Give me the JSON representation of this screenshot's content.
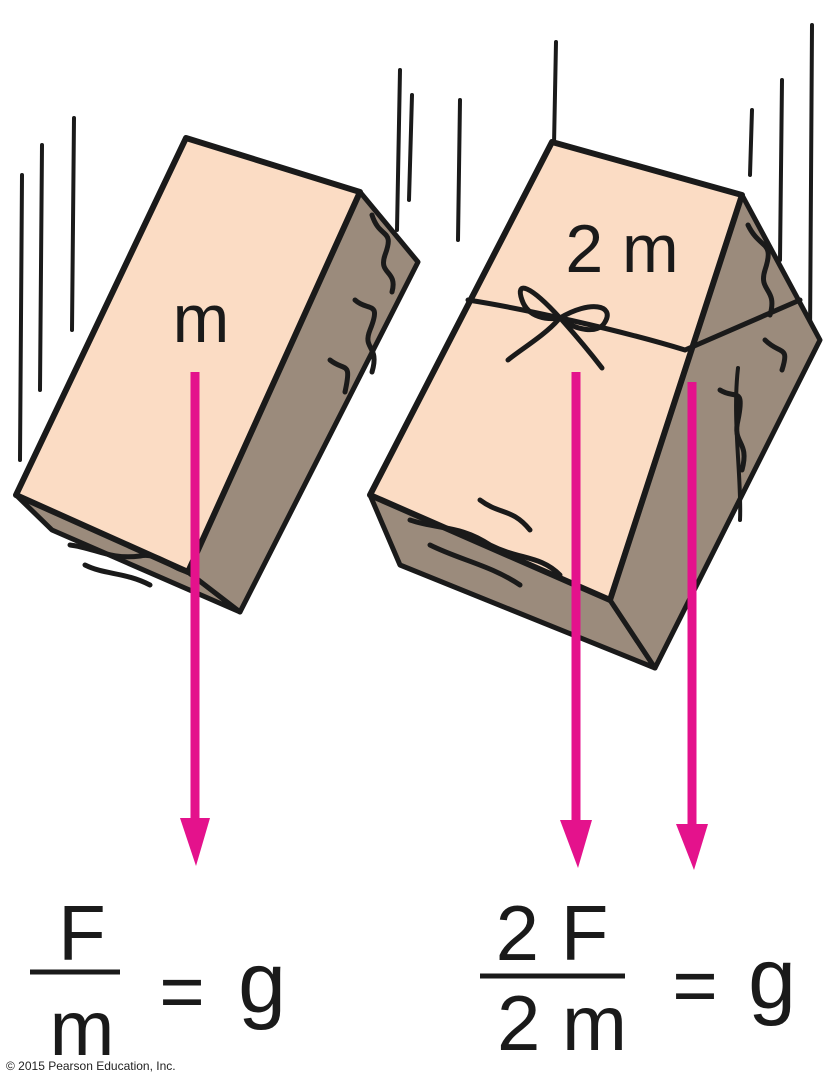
{
  "left_block": {
    "mass_label": "m"
  },
  "right_block": {
    "mass_label": "2 m"
  },
  "left_equation": {
    "numerator": "F",
    "denominator": "m",
    "equals": "=",
    "result": "g"
  },
  "right_equation": {
    "numerator": "2 F",
    "denominator": "2 m",
    "equals": "=",
    "result": "g"
  },
  "copyright": "© 2015 Pearson Education, Inc.",
  "colors": {
    "block_face": "#fbdcc4",
    "block_side": "#9b8b7c",
    "outline": "#1a1a1a",
    "force_arrow": "#e4128c"
  }
}
